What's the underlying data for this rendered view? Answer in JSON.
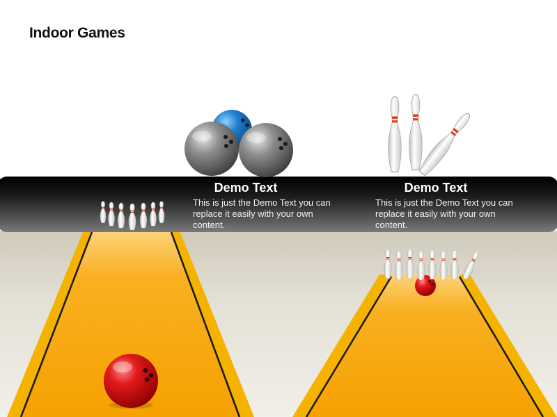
{
  "slide": {
    "title": "Indoor Games"
  },
  "panels": [
    {
      "heading": "Demo Text",
      "body": "This is just the Demo Text you can replace it easily with your own content."
    },
    {
      "heading": "Demo Text",
      "body": "This is just the Demo Text you can replace it easily with your own content."
    }
  ],
  "colors": {
    "lane_orange": "#f7a600",
    "lane_edge": "#f5b300",
    "ball_red": "#d0021b",
    "ball_blue": "#1f7fd0",
    "ball_gray": "#7d7d7d",
    "band_dark": "#000000",
    "pin_stripe": "#e23a1e"
  },
  "icons": [
    "bowling-ball-icon",
    "bowling-pin-icon",
    "bowling-lane-icon"
  ]
}
